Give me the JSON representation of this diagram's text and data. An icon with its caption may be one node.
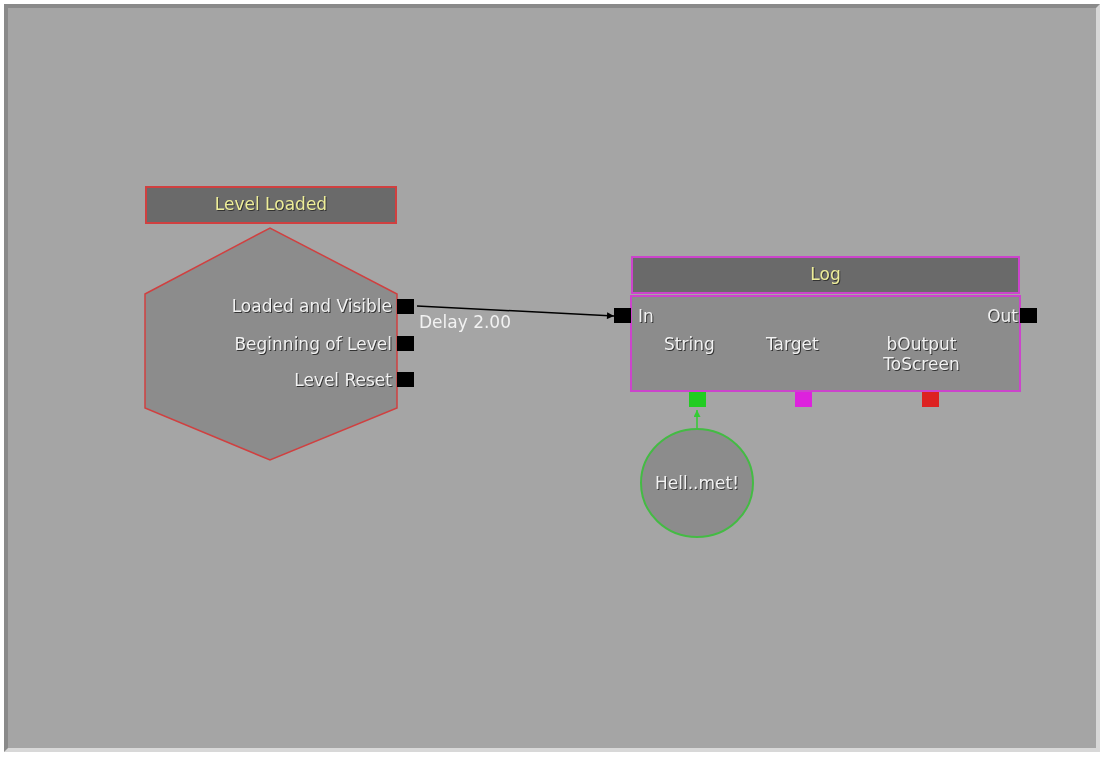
{
  "diagram": {
    "nodes": [
      {
        "text": [
          "Level Loaded",
          "Loaded and Visible",
          "Beginning of Level",
          "Level Reset"
        ]
      },
      {
        "text": [
          "Log",
          "In",
          "Out",
          "String",
          "Target",
          "bOutput ToScreen"
        ]
      },
      {
        "text": [
          "Hell..met!"
        ]
      }
    ],
    "edges": [
      {
        "from": 0,
        "to": 1,
        "arrow": "to",
        "label": "Delay 2.00"
      },
      {
        "from": 2,
        "to": 1,
        "arrow": "to",
        "color": "#33cc33"
      }
    ]
  }
}
